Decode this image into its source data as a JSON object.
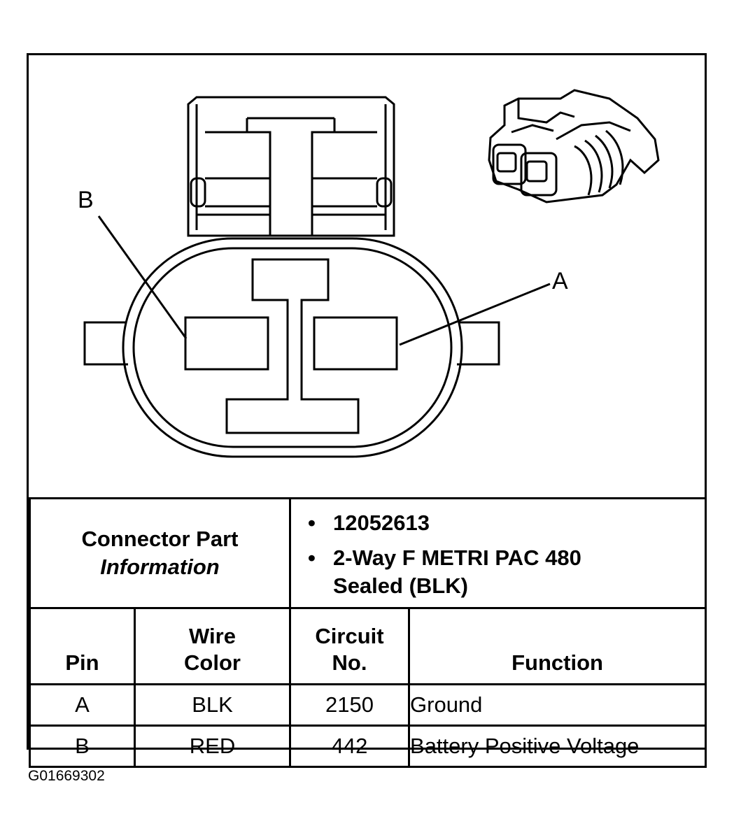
{
  "diagram": {
    "pin_label_a": "A",
    "pin_label_b": "B"
  },
  "connector_info": {
    "label_line1": "Connector Part",
    "label_line2": "Information",
    "items": [
      "12052613",
      "2-Way F METRI PAC 480",
      "Sealed (BLK)"
    ]
  },
  "table": {
    "headers": {
      "pin": "Pin",
      "wire_color_1": "Wire",
      "wire_color_2": "Color",
      "circuit_1": "Circuit",
      "circuit_2": "No.",
      "function": "Function"
    },
    "rows": [
      {
        "pin": "A",
        "wire_color": "BLK",
        "circuit": "2150",
        "function": "Ground"
      },
      {
        "pin": "B",
        "wire_color": "RED",
        "circuit": "442",
        "function": "Battery Positive Voltage"
      }
    ]
  },
  "figure_id": "G01669302"
}
